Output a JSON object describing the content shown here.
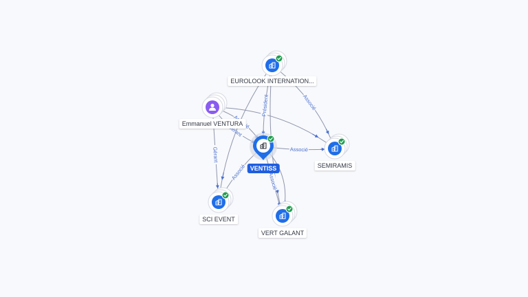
{
  "graph": {
    "colors": {
      "edge": "#8f96ad",
      "edge_label": "#4a6fcf",
      "company": "#1f6ee8",
      "person": "#8a5cf0",
      "check": "#1f9d4f",
      "central_label_bg": "#1f5ee0"
    },
    "nodes": [
      {
        "id": "ventiss",
        "label": "VENTISS",
        "type": "company",
        "icon": "building-icon",
        "central": true,
        "verified": true
      },
      {
        "id": "eurolook",
        "label": "EUROLOOK INTERNATION...",
        "type": "company",
        "icon": "building-icon",
        "verified": true
      },
      {
        "id": "emmanuel",
        "label": "Emmanuel VENTURA",
        "type": "person",
        "icon": "person-icon",
        "verified": false
      },
      {
        "id": "semiramis",
        "label": "SEMIRAMIS",
        "type": "company",
        "icon": "building-icon",
        "verified": true
      },
      {
        "id": "sci-event",
        "label": "SCI EVENT",
        "type": "company",
        "icon": "building-icon",
        "verified": true
      },
      {
        "id": "vert-galant",
        "label": "VERT GALANT",
        "type": "company",
        "icon": "building-icon",
        "verified": true
      }
    ],
    "edges": [
      {
        "from": "emmanuel",
        "to": "ventiss",
        "label": "Associé"
      },
      {
        "from": "emmanuel",
        "to": "sci-event",
        "label": "Gérant"
      },
      {
        "from": "emmanuel",
        "to": "ventiss",
        "label": "Gérant"
      },
      {
        "from": "emmanuel",
        "to": "semiramis",
        "label": ""
      },
      {
        "from": "eurolook",
        "to": "ventiss",
        "label": "Président"
      },
      {
        "from": "eurolook",
        "to": "semiramis",
        "label": "Associé"
      },
      {
        "from": "eurolook",
        "to": "sci-event",
        "label": ""
      },
      {
        "from": "eurolook",
        "to": "vert-galant",
        "label": ""
      },
      {
        "from": "ventiss",
        "to": "semiramis",
        "label": "Associé"
      },
      {
        "from": "ventiss",
        "to": "sci-event",
        "label": "Associé"
      },
      {
        "from": "ventiss",
        "to": "vert-galant",
        "label": "Associé"
      },
      {
        "from": "ventiss",
        "to": "vert-galant",
        "label": ""
      }
    ]
  }
}
